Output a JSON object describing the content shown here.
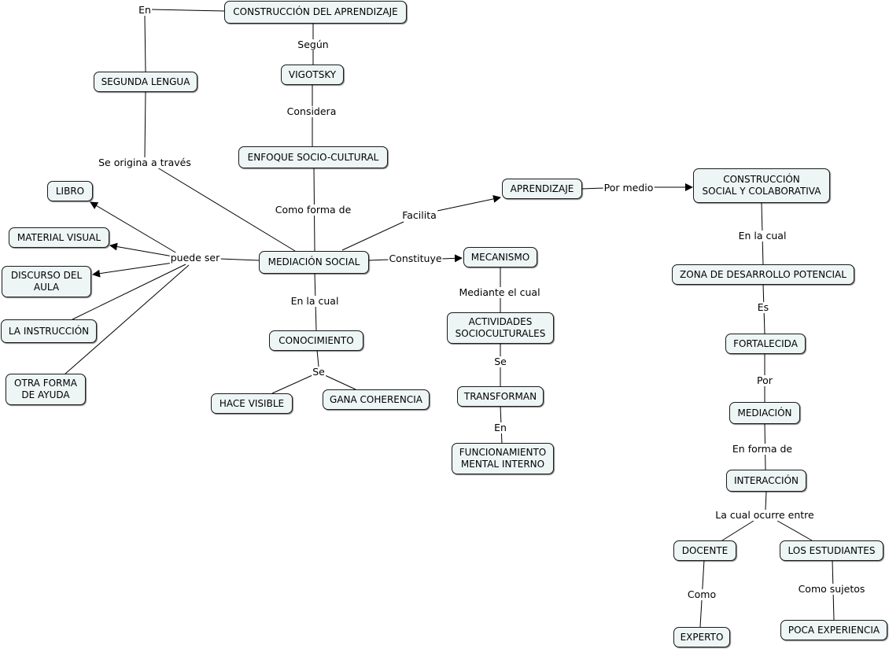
{
  "nodes": {
    "construccion_aprendizaje": "CONSTRUCCIÓN DEL APRENDIZAJE",
    "vigotsky": "VIGOTSKY",
    "segunda_lengua": "SEGUNDA LENGUA",
    "enfoque": "ENFOQUE SOCIO-CULTURAL",
    "libro": "LIBRO",
    "material_visual": "MATERIAL VISUAL",
    "discurso": "DISCURSO DEL\nAULA",
    "instruccion": "LA INSTRUCCIÓN",
    "otra_forma": "OTRA FORMA\nDE AYUDA",
    "mediacion_social": "MEDIACIÓN SOCIAL",
    "conocimiento": "CONOCIMIENTO",
    "hace_visible": "HACE VISIBLE",
    "gana_coherencia": "GANA COHERENCIA",
    "aprendizaje": "APRENDIZAJE",
    "mecanismo": "MECANISMO",
    "actividades": "ACTIVIDADES\nSOCIOCULTURALES",
    "transforman": "TRANSFORMAN",
    "funcionamiento": "FUNCIONAMIENTO\nMENTAL INTERNO",
    "construccion_social": "CONSTRUCCIÓN\nSOCIAL Y COLABORATIVA",
    "zona": "ZONA DE DESARROLLO POTENCIAL",
    "fortalecida": "FORTALECIDA",
    "mediacion": "MEDIACIÓN",
    "interaccion": "INTERACCIÓN",
    "docente": "DOCENTE",
    "estudiantes": "LOS ESTUDIANTES",
    "experto": "EXPERTO",
    "poca_experiencia": "POCA EXPERIENCIA"
  },
  "links": {
    "en": "En",
    "segun": "Según",
    "considera": "Considera",
    "se_origina": "Se origina a través",
    "como_forma_de": "Como forma de",
    "puede_ser": "puede ser",
    "facilita": "Facilita",
    "constituye": "Constituye",
    "en_la_cual_1": "En la cual",
    "se_1": "Se",
    "mediante_el_cual": "Mediante el cual",
    "se_2": "Se",
    "en_2": "En",
    "por_medio": "Por medio",
    "en_la_cual_2": "En la cual",
    "es": "Es",
    "por": "Por",
    "en_forma_de": "En forma de",
    "la_cual_ocurre": "La cual ocurre entre",
    "como": "Como",
    "como_sujetos": "Como sujetos"
  }
}
